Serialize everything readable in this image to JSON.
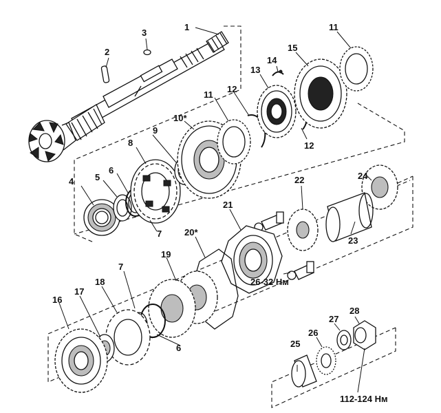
{
  "diagram": {
    "callouts": [
      {
        "id": "c1",
        "text": "1"
      },
      {
        "id": "c2",
        "text": "2"
      },
      {
        "id": "c3",
        "text": "3"
      },
      {
        "id": "c4",
        "text": "4"
      },
      {
        "id": "c5",
        "text": "5"
      },
      {
        "id": "c6a",
        "text": "6"
      },
      {
        "id": "c6b",
        "text": "6"
      },
      {
        "id": "c7a",
        "text": "7"
      },
      {
        "id": "c7b",
        "text": "7"
      },
      {
        "id": "c8",
        "text": "8"
      },
      {
        "id": "c9",
        "text": "9"
      },
      {
        "id": "c10",
        "text": "10*"
      },
      {
        "id": "c11a",
        "text": "11"
      },
      {
        "id": "c11b",
        "text": "11"
      },
      {
        "id": "c12a",
        "text": "12"
      },
      {
        "id": "c12b",
        "text": "12"
      },
      {
        "id": "c13",
        "text": "13"
      },
      {
        "id": "c14",
        "text": "14"
      },
      {
        "id": "c15",
        "text": "15"
      },
      {
        "id": "c16",
        "text": "16"
      },
      {
        "id": "c17",
        "text": "17"
      },
      {
        "id": "c18",
        "text": "18"
      },
      {
        "id": "c19",
        "text": "19"
      },
      {
        "id": "c20",
        "text": "20*"
      },
      {
        "id": "c21",
        "text": "21"
      },
      {
        "id": "c22",
        "text": "22"
      },
      {
        "id": "c23",
        "text": "23"
      },
      {
        "id": "c24",
        "text": "24"
      },
      {
        "id": "c25",
        "text": "25"
      },
      {
        "id": "c26",
        "text": "26"
      },
      {
        "id": "c27",
        "text": "27"
      },
      {
        "id": "c28",
        "text": "28"
      }
    ],
    "torque_labels": [
      {
        "id": "t1",
        "text": "26-32 Нм"
      },
      {
        "id": "t2",
        "text": "112-124 Нм"
      }
    ]
  }
}
